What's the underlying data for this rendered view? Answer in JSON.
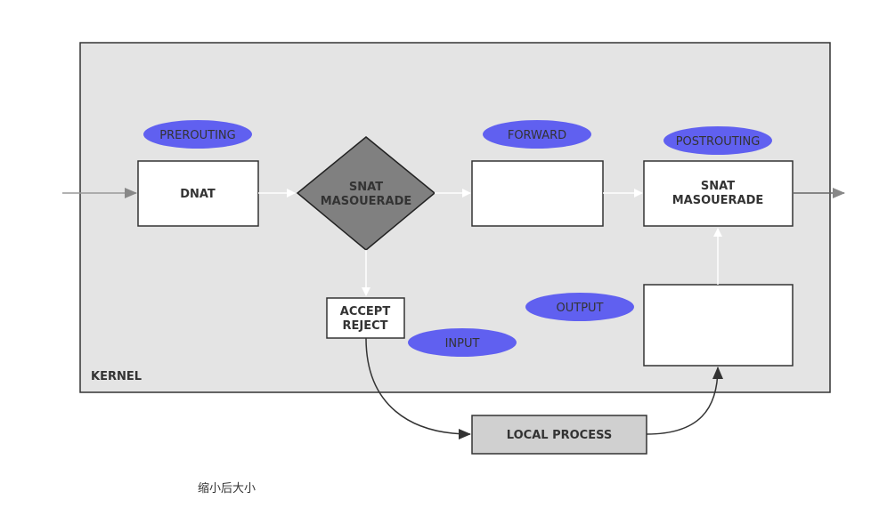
{
  "kernel_label": "KERNEL",
  "chains": {
    "prerouting": "PREROUTING",
    "forward": "FORWARD",
    "postrouting": "POSTROUTING",
    "input": "INPUT",
    "output": "OUTPUT"
  },
  "nodes": {
    "dnat": "DNAT",
    "decision_line1": "SNAT",
    "decision_line2": "MASOUERADE",
    "post_line1": "SNAT",
    "post_line2": "MASOUERADE",
    "accept_line1": "ACCEPT",
    "accept_line2": "REJECT",
    "local_process": "LOCAL PROCESS"
  },
  "caption": "缩小后大小",
  "colors": {
    "kernel_bg": "#e4e4e4",
    "ellipse": "#6060f0",
    "diamond": "#808080",
    "local_process_bg": "#d0d0d0"
  }
}
